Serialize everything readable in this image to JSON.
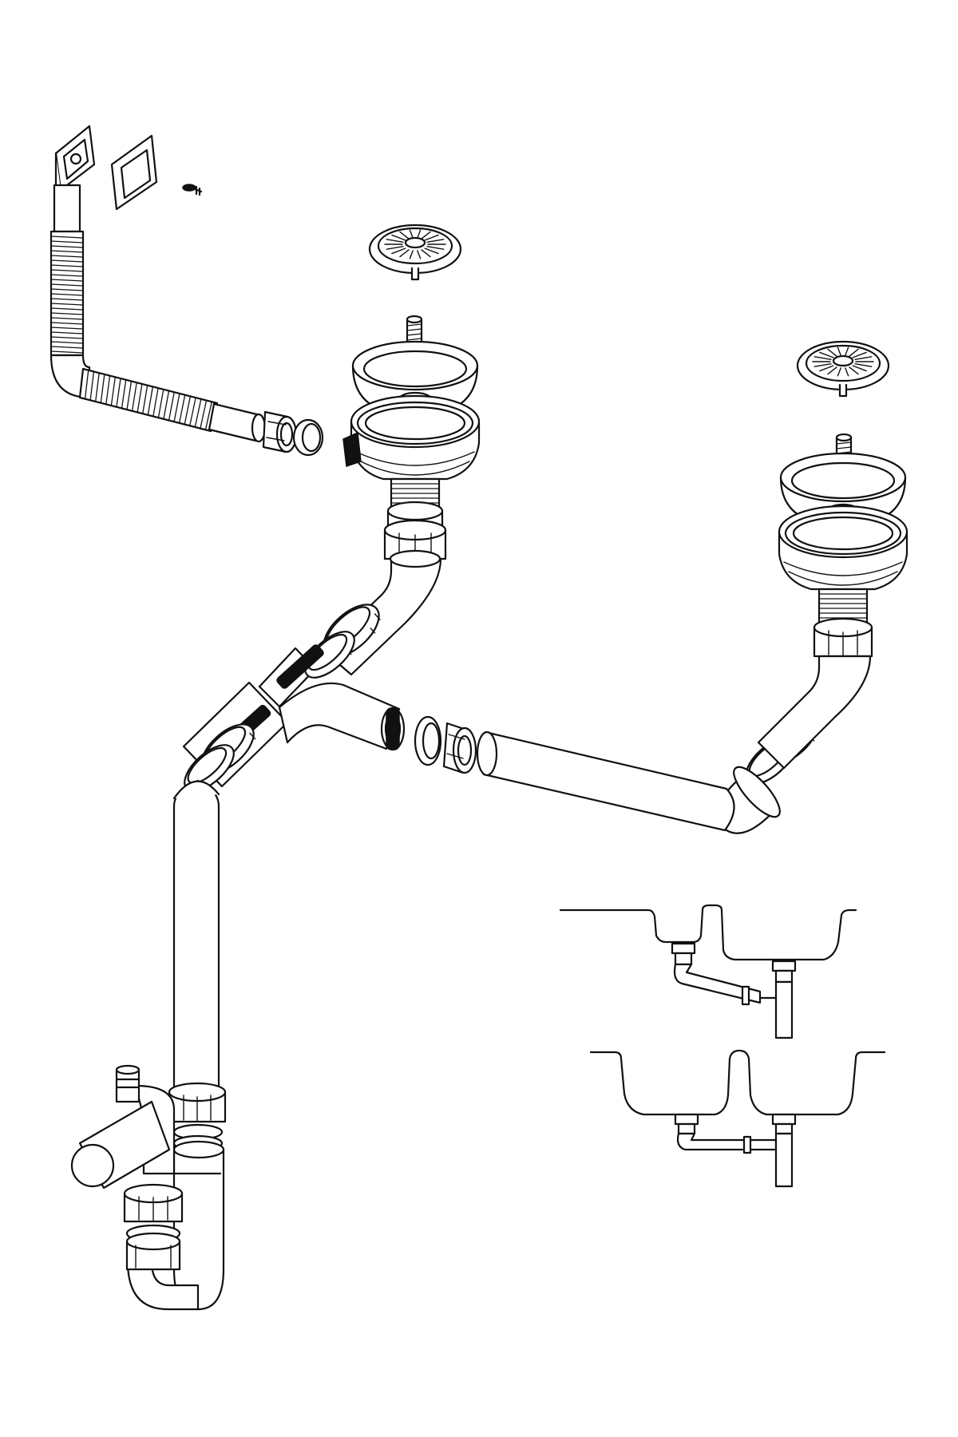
{
  "diagram": {
    "kind": "exploded-assembly",
    "background": "#ffffff",
    "stroke_color": "#111111",
    "components": [
      "overflow-outlet-plate",
      "overflow-gasket",
      "overflow-screw",
      "corrugated-overflow-hose",
      "overflow-nut",
      "overflow-washer",
      "strainer-basket-left",
      "strainer-plug-left",
      "sink-flange-left",
      "strainer-body-left",
      "strainer-basket-right",
      "strainer-plug-right",
      "sink-flange-right",
      "strainer-body-right",
      "tee-connector",
      "horizontal-connecting-pipe",
      "elbow-right",
      "vertical-pipe",
      "bottle-trap",
      "waste-outlet-pipe",
      "side-inlet-spigot",
      "compression-nuts-and-seals"
    ],
    "insets": [
      "installation-sketch-offset-sinks",
      "installation-sketch-level-sinks"
    ]
  }
}
